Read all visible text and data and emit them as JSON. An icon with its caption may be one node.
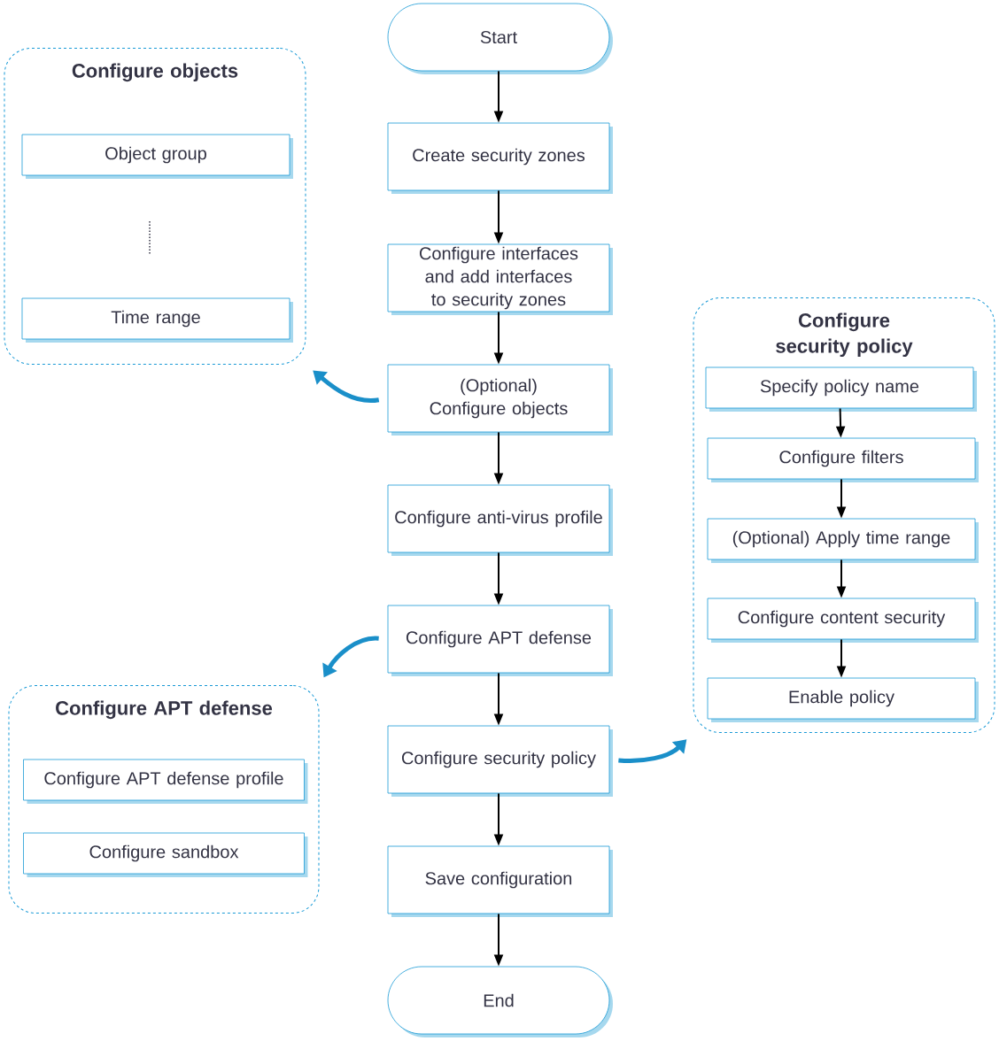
{
  "diagram": {
    "nodes": [
      {
        "text": [
          "Start"
        ]
      },
      {
        "text": [
          "Create security zones"
        ]
      },
      {
        "text": [
          "Configure interfaces and add interfaces to security zones"
        ]
      },
      {
        "text": [
          "(Optional) Configure objects"
        ]
      },
      {
        "text": [
          "Configure anti-virus profile"
        ]
      },
      {
        "text": [
          "Configure APT defense"
        ]
      },
      {
        "text": [
          "Configure security policy"
        ]
      },
      {
        "text": [
          "Save configuration"
        ]
      },
      {
        "text": [
          "End"
        ]
      },
      {
        "text": [
          "Configure objects"
        ]
      },
      {
        "text": [
          "Object group"
        ],
        "in": 9
      },
      {
        "text": [
          "Time range"
        ],
        "in": 9
      },
      {
        "text": [
          "Configure APT defense"
        ]
      },
      {
        "text": [
          "Configure APT defense profile"
        ],
        "in": 12
      },
      {
        "text": [
          "Configure sandbox"
        ],
        "in": 12
      },
      {
        "text": [
          "Configure security policy"
        ]
      },
      {
        "text": [
          "Specify policy name"
        ],
        "in": 15
      },
      {
        "text": [
          "Configure filters"
        ],
        "in": 15
      },
      {
        "text": [
          "(Optional) Apply time range"
        ],
        "in": 15
      },
      {
        "text": [
          "Configure content security"
        ],
        "in": 15
      },
      {
        "text": [
          "Enable policy"
        ],
        "in": 15
      }
    ],
    "edges": [
      {
        "from": 0,
        "to": 1,
        "arrow": "to"
      },
      {
        "from": 1,
        "to": 2,
        "arrow": "to"
      },
      {
        "from": 2,
        "to": 3,
        "arrow": "to"
      },
      {
        "from": 3,
        "to": 4,
        "arrow": "to"
      },
      {
        "from": 4,
        "to": 5,
        "arrow": "to"
      },
      {
        "from": 5,
        "to": 6,
        "arrow": "to"
      },
      {
        "from": 6,
        "to": 7,
        "arrow": "to"
      },
      {
        "from": 7,
        "to": 8,
        "arrow": "to"
      },
      {
        "from": 3,
        "to": 9,
        "arrow": "to",
        "style": "thick",
        "color": "#1a8fc9"
      },
      {
        "from": 5,
        "to": 12,
        "arrow": "to",
        "style": "thick",
        "color": "#1a8fc9"
      },
      {
        "from": 6,
        "to": 15,
        "arrow": "to",
        "style": "thick",
        "color": "#1a8fc9"
      },
      {
        "from": 16,
        "to": 17,
        "arrow": "to"
      },
      {
        "from": 17,
        "to": 18,
        "arrow": "to"
      },
      {
        "from": 18,
        "to": 19,
        "arrow": "to"
      },
      {
        "from": 19,
        "to": 20,
        "arrow": "to"
      }
    ]
  }
}
